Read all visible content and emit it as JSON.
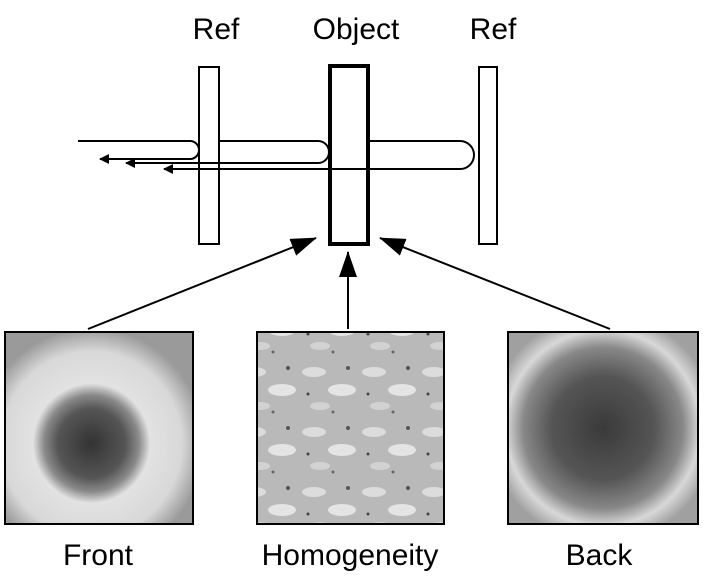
{
  "labels": {
    "ref_left": "Ref",
    "object": "Object",
    "ref_right": "Ref",
    "front": "Front",
    "homogeneity": "Homogeneity",
    "back": "Back"
  },
  "colors": {
    "stroke": "#000000",
    "background": "#ffffff"
  },
  "images": [
    {
      "name": "front",
      "depicts": "small dark blob centered on light gray"
    },
    {
      "name": "homogeneity",
      "depicts": "mottled gray texture"
    },
    {
      "name": "back",
      "depicts": "large dark oval on light gray"
    }
  ]
}
